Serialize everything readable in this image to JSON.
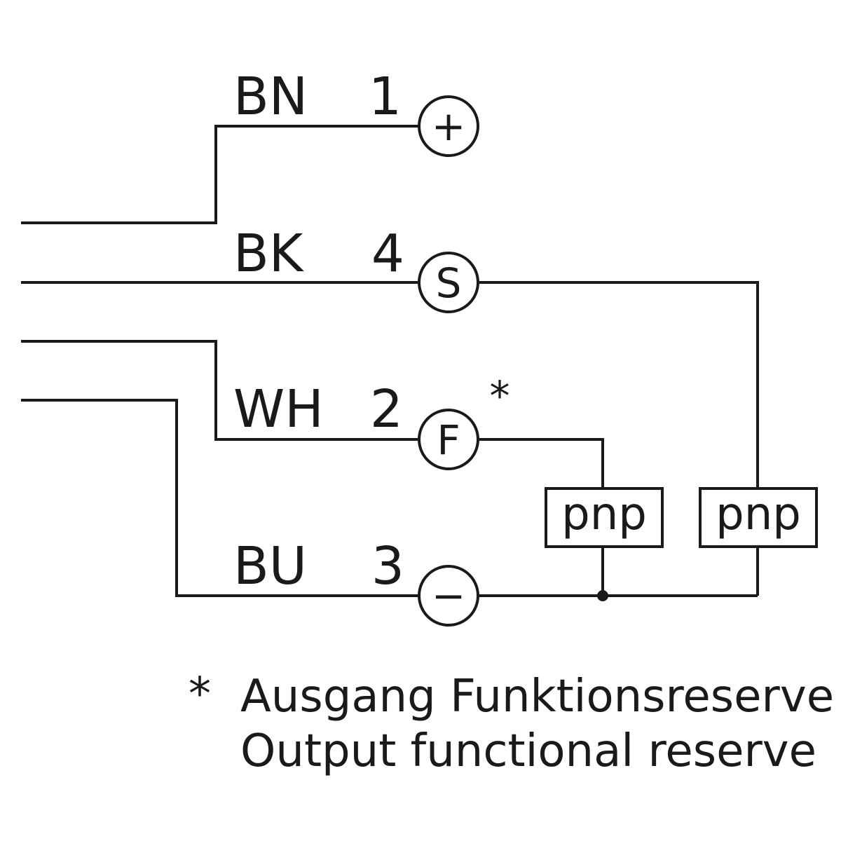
{
  "wires": [
    {
      "id": "bn",
      "color_code": "BN",
      "pin": "1",
      "terminal_symbol": "+"
    },
    {
      "id": "bk",
      "color_code": "BK",
      "pin": "4",
      "terminal_symbol": "S"
    },
    {
      "id": "wh",
      "color_code": "WH",
      "pin": "2",
      "terminal_symbol": "F",
      "marker": "*"
    },
    {
      "id": "bu",
      "color_code": "BU",
      "pin": "3",
      "terminal_symbol": "−"
    }
  ],
  "outputs": [
    {
      "id": "output-f",
      "label": "pnp"
    },
    {
      "id": "output-s",
      "label": "pnp"
    }
  ],
  "footnote": {
    "marker": "*",
    "line_de": "Ausgang Funktionsreserve",
    "line_en": "Output functional reserve"
  }
}
